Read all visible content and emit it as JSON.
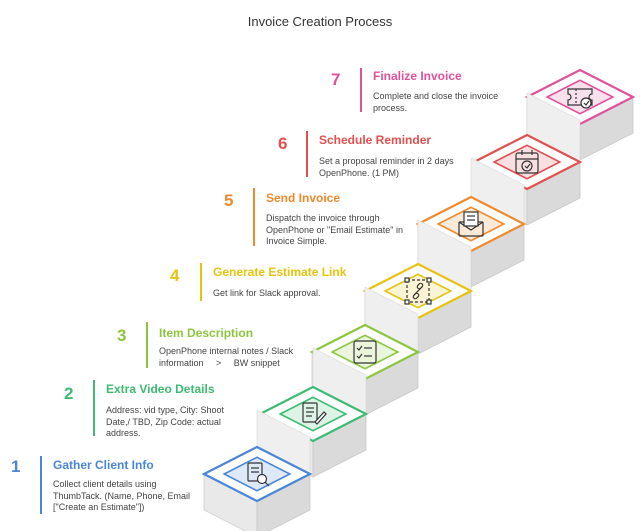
{
  "title": "Invoice Creation Process",
  "steps": [
    {
      "number": "1",
      "heading": "Gather Client Info",
      "lines": [
        "Collect client details using",
        "ThumbTack. (Name, Phone, Email",
        "[\"Create an Estimate\"])"
      ],
      "color": "#4a86d8",
      "icon": "document-search-icon"
    },
    {
      "number": "2",
      "heading": "Extra Video Details",
      "lines": [
        "Address: vid type, City: Shoot",
        "Date,/ TBD, Zip Code: actual",
        "address."
      ],
      "color": "#3dbb73",
      "icon": "document-edit-icon"
    },
    {
      "number": "3",
      "heading": "Item Description",
      "lines": [
        "OpenPhone internal notes / Slack",
        "information     >     BW snippet"
      ],
      "color": "#8cc63f",
      "icon": "checklist-icon"
    },
    {
      "number": "4",
      "heading": "Generate Estimate Link",
      "lines": [
        "Get link for Slack approval."
      ],
      "color": "#e5c30f",
      "icon": "link-icon"
    },
    {
      "number": "5",
      "heading": "Send Invoice",
      "lines": [
        "Dispatch the invoice through",
        "OpenPhone or \"Email Estimate\" in",
        "Invoice Simple."
      ],
      "color": "#ef8a2c",
      "icon": "envelope-invoice-icon"
    },
    {
      "number": "6",
      "heading": "Schedule Reminder",
      "lines": [
        "Set a proposal reminder in 2 days",
        "OpenPhone. (1 PM)"
      ],
      "color": "#e05050",
      "icon": "calendar-check-icon"
    },
    {
      "number": "7",
      "heading": "Finalize Invoice",
      "lines": [
        "Complete and close the invoice",
        "process."
      ],
      "color": "#e0519c",
      "icon": "ticket-check-icon"
    }
  ]
}
